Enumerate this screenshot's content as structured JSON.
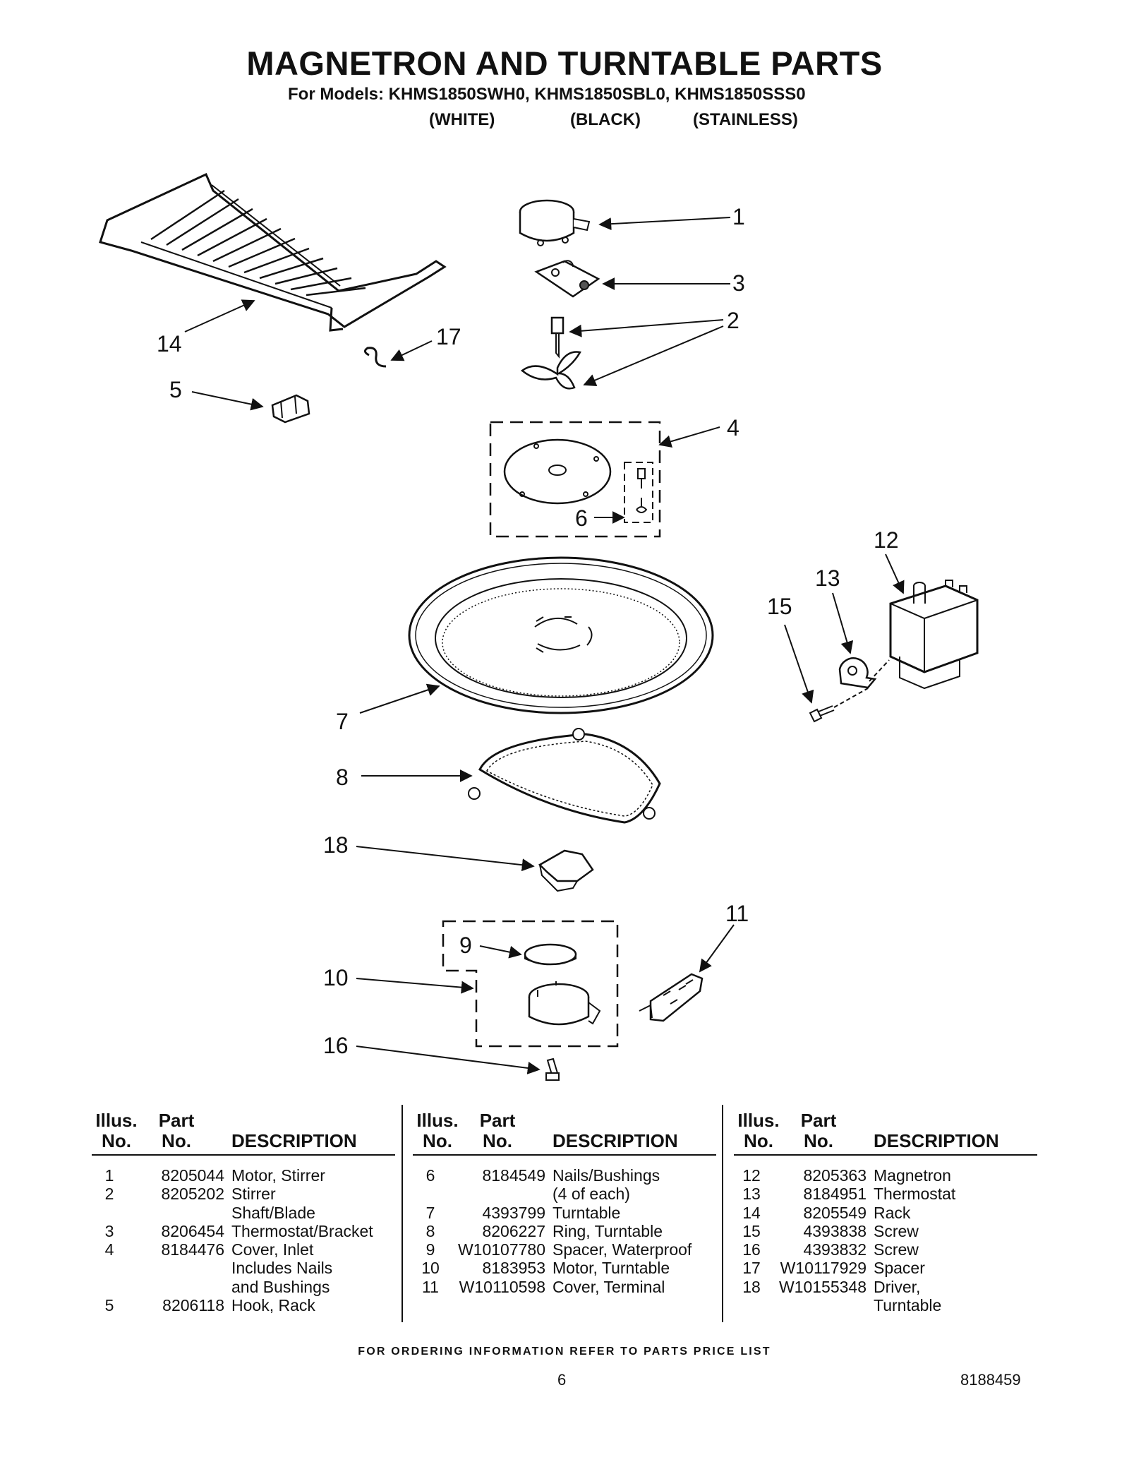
{
  "header": {
    "title": "MAGNETRON AND TURNTABLE PARTS",
    "models": "For Models: KHMS1850SWH0, KHMS1850SBL0, KHMS1850SSS0",
    "variants": [
      "(WHITE)",
      "(BLACK)",
      "(STAINLESS)"
    ]
  },
  "callouts": [
    "1",
    "3",
    "2",
    "14",
    "17",
    "5",
    "4",
    "6",
    "12",
    "13",
    "15",
    "7",
    "8",
    "18",
    "11",
    "9",
    "10",
    "16"
  ],
  "table": {
    "headers": {
      "illus_line1": "Illus.",
      "illus_line2": "No.",
      "part_line1": "Part",
      "part_line2": "No.",
      "description": "DESCRIPTION"
    },
    "columns": [
      [
        {
          "no": "1",
          "part": "8205044",
          "desc": "Motor, Stirrer"
        },
        {
          "no": "2",
          "part": "8205202",
          "desc": "Stirrer"
        },
        {
          "no": "",
          "part": "",
          "desc": "Shaft/Blade"
        },
        {
          "no": "3",
          "part": "8206454",
          "desc": "Thermostat/Bracket"
        },
        {
          "no": "4",
          "part": "8184476",
          "desc": "Cover, Inlet"
        },
        {
          "no": "",
          "part": "",
          "desc": "Includes Nails"
        },
        {
          "no": "",
          "part": "",
          "desc": "and Bushings"
        },
        {
          "no": "5",
          "part": "8206118",
          "desc": "Hook, Rack"
        }
      ],
      [
        {
          "no": "6",
          "part": "8184549",
          "desc": "Nails/Bushings"
        },
        {
          "no": "",
          "part": "",
          "desc": "(4 of each)"
        },
        {
          "no": "7",
          "part": "4393799",
          "desc": "Turntable"
        },
        {
          "no": "8",
          "part": "8206227",
          "desc": "Ring, Turntable"
        },
        {
          "no": "9",
          "part": "W10107780",
          "desc": "Spacer, Waterproof"
        },
        {
          "no": "10",
          "part": "8183953",
          "desc": "Motor, Turntable"
        },
        {
          "no": "11",
          "part": "W10110598",
          "desc": "Cover, Terminal"
        }
      ],
      [
        {
          "no": "12",
          "part": "8205363",
          "desc": "Magnetron"
        },
        {
          "no": "13",
          "part": "8184951",
          "desc": "Thermostat"
        },
        {
          "no": "14",
          "part": "8205549",
          "desc": "Rack"
        },
        {
          "no": "15",
          "part": "4393838",
          "desc": "Screw"
        },
        {
          "no": "16",
          "part": "4393832",
          "desc": "Screw"
        },
        {
          "no": "17",
          "part": "W10117929",
          "desc": "Spacer"
        },
        {
          "no": "18",
          "part": "W10155348",
          "desc": "Driver,"
        },
        {
          "no": "",
          "part": "",
          "desc": "Turntable"
        }
      ]
    ]
  },
  "footer": {
    "ordering_note": "FOR ORDERING INFORMATION REFER TO PARTS PRICE LIST",
    "page_number": "6",
    "document_number": "8188459"
  }
}
